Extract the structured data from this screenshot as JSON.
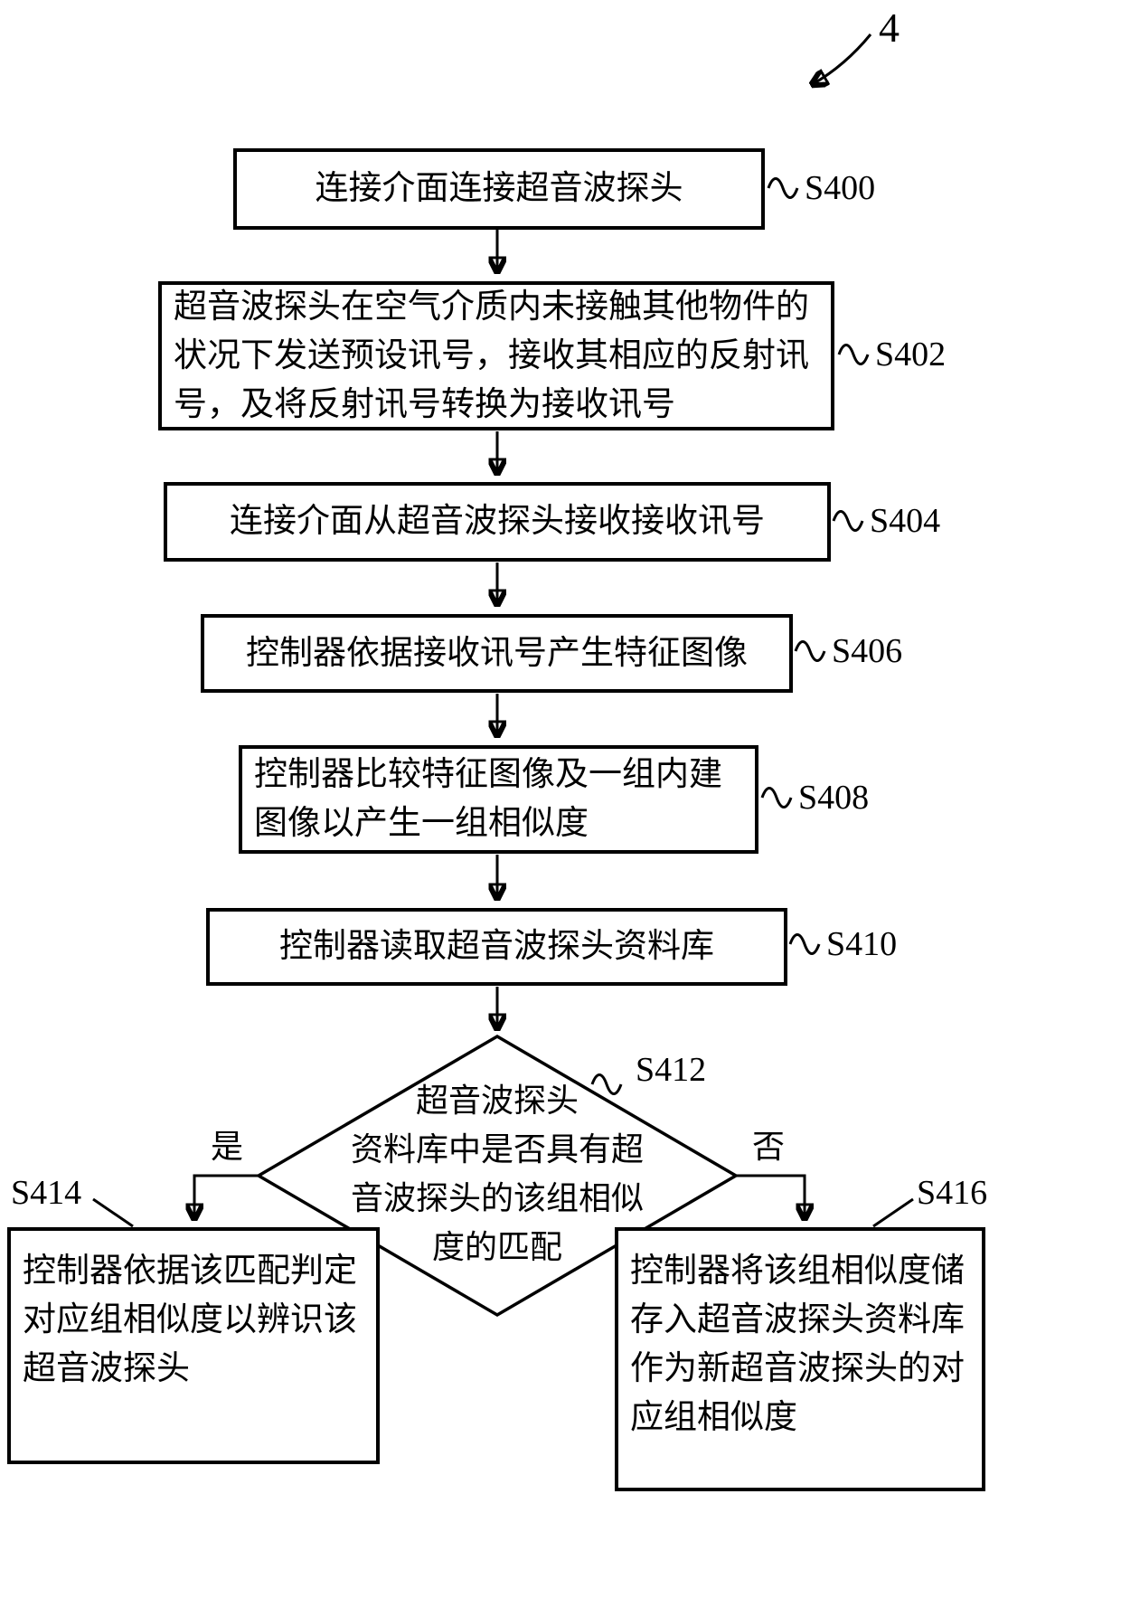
{
  "figure": {
    "number": "4"
  },
  "nodes": {
    "s400": {
      "id": "S400",
      "lines": [
        "连接介面连接超音波探头"
      ]
    },
    "s402": {
      "id": "S402",
      "lines": [
        "超音波探头在空气介质内未接触其他物件的",
        "状况下发送预设讯号，接收其相应的反射讯",
        "号，及将反射讯号转换为接收讯号"
      ]
    },
    "s404": {
      "id": "S404",
      "lines": [
        "连接介面从超音波探头接收接收讯号"
      ]
    },
    "s406": {
      "id": "S406",
      "lines": [
        "控制器依据接收讯号产生特征图像"
      ]
    },
    "s408": {
      "id": "S408",
      "lines": [
        "控制器比较特征图像及一组内建",
        "图像以产生一组相似度"
      ]
    },
    "s410": {
      "id": "S410",
      "lines": [
        "控制器读取超音波探头资料库"
      ]
    },
    "s412": {
      "id": "S412",
      "lines": [
        "超音波探头",
        "资料库中是否具有超",
        "音波探头的该组相似",
        "度的匹配"
      ]
    },
    "s414": {
      "id": "S414",
      "lines": [
        "控制器依据该匹配判定",
        "对应组相似度以辨识该",
        "超音波探头"
      ]
    },
    "s416": {
      "id": "S416",
      "lines": [
        "控制器将该组相似度储",
        "存入超音波探头资料库",
        "作为新超音波探头的对",
        "应组相似度"
      ]
    }
  },
  "branches": {
    "yes": "是",
    "no": "否"
  },
  "colors": {
    "stroke": "#000000",
    "background": "#ffffff",
    "text": "#000000"
  }
}
